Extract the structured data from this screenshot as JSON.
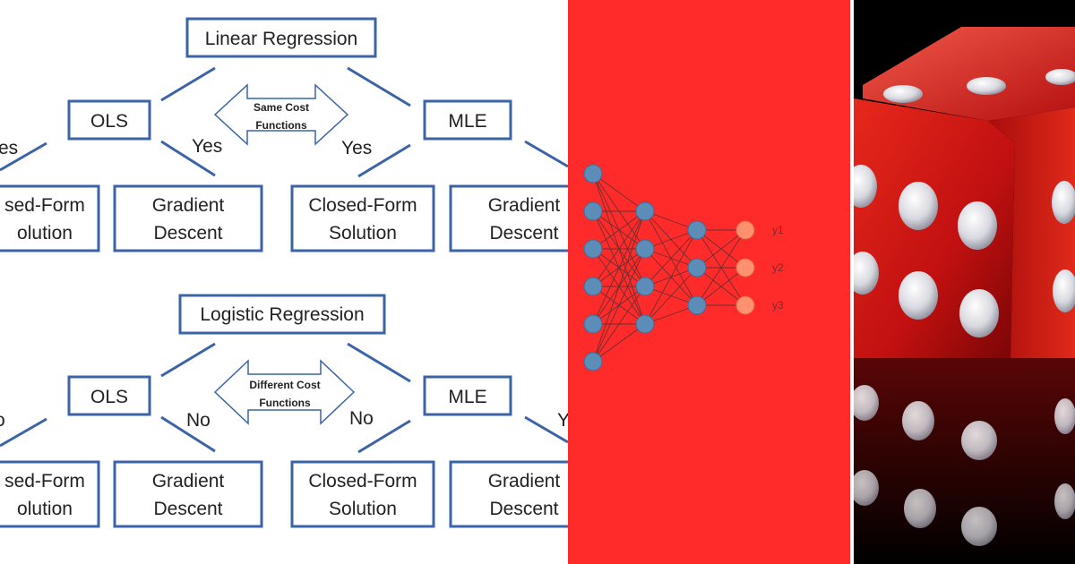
{
  "colors": {
    "box_stroke": "#3a63a8",
    "line": "#3a63a8",
    "text": "#222222",
    "red_panel": "#ff2a2a",
    "neuron_blue": "#5b8db8",
    "neuron_orange": "#ff9070",
    "dice_red": "#d01515"
  },
  "linear": {
    "title": "Linear Regression",
    "left_method": "OLS",
    "right_method": "MLE",
    "arrow_line1": "Same Cost",
    "arrow_line2": "Functions",
    "edge_labels": [
      "es",
      "Yes",
      "Yes"
    ],
    "leaves": [
      {
        "line1": "sed-Form",
        "line2": "olution"
      },
      {
        "line1": "Gradient",
        "line2": "Descent"
      },
      {
        "line1": "Closed-Form",
        "line2": "Solution"
      },
      {
        "line1": "Gradient",
        "line2": "Descent"
      }
    ]
  },
  "logistic": {
    "title": "Logistic Regression",
    "left_method": "OLS",
    "right_method": "MLE",
    "arrow_line1": "Different Cost",
    "arrow_line2": "Functions",
    "edge_labels": [
      "o",
      "No",
      "No",
      "Y"
    ],
    "leaves": [
      {
        "line1": "sed-Form",
        "line2": "olution"
      },
      {
        "line1": "Gradient",
        "line2": "Descent"
      },
      {
        "line1": "Closed-Form",
        "line2": "Solution"
      },
      {
        "line1": "Gradient",
        "line2": "Descent"
      }
    ]
  },
  "network": {
    "layers": [
      6,
      4,
      3,
      3
    ],
    "outputs": [
      "y1",
      "y2",
      "y3"
    ]
  }
}
